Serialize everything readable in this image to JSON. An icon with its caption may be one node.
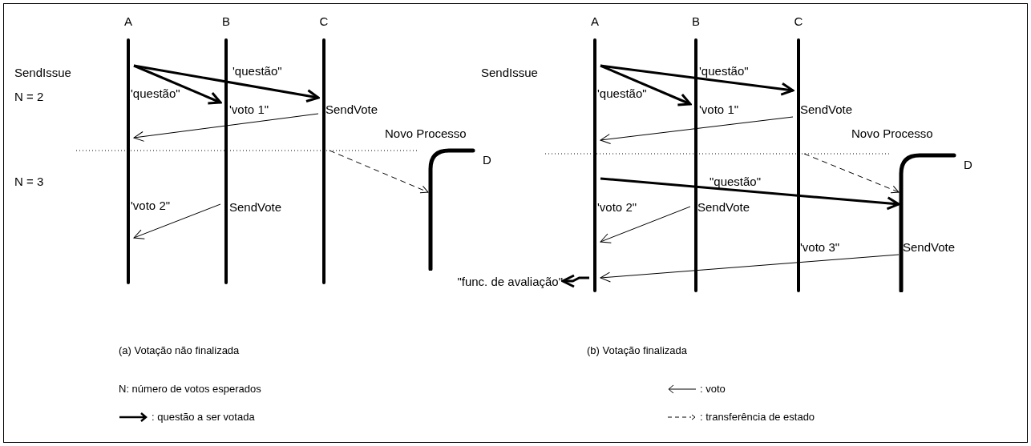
{
  "diagram": {
    "nodes": [
      {
        "text": [
          "A"
        ]
      },
      {
        "text": [
          "B"
        ]
      },
      {
        "text": [
          "C"
        ]
      },
      {
        "text": [
          "D"
        ],
        "beside": [
          "Novo Processo"
        ]
      },
      {
        "text": [
          "A"
        ]
      },
      {
        "text": [
          "B"
        ]
      },
      {
        "text": [
          "C"
        ]
      },
      {
        "text": [
          "D"
        ],
        "beside": [
          "Novo Processo"
        ]
      },
      {
        "text": [
          "\"func. de avaliação\""
        ]
      }
    ],
    "edges": [
      {
        "from": 0,
        "to": 2,
        "arrow": "to",
        "label": "'questão\"",
        "style": "thick"
      },
      {
        "from": 0,
        "to": 1,
        "arrow": "to",
        "label": "'questão\"",
        "style": "thick"
      },
      {
        "from": 2,
        "to": 0,
        "arrow": "to",
        "label": "'voto 1\""
      },
      {
        "from": 2,
        "to": 3,
        "arrow": "to",
        "style": "dashed"
      },
      {
        "from": 1,
        "to": 0,
        "arrow": "to",
        "label": "'voto 2\""
      },
      {
        "from": 4,
        "to": 6,
        "arrow": "to",
        "label": "'questão\"",
        "style": "thick"
      },
      {
        "from": 4,
        "to": 5,
        "arrow": "to",
        "label": "'questão\"",
        "style": "thick"
      },
      {
        "from": 6,
        "to": 4,
        "arrow": "to",
        "label": "'voto 1\""
      },
      {
        "from": 6,
        "to": 7,
        "arrow": "to",
        "style": "dashed"
      },
      {
        "from": 4,
        "to": 7,
        "arrow": "to",
        "label": "\"questão\"",
        "style": "thick"
      },
      {
        "from": 5,
        "to": 4,
        "arrow": "to",
        "label": "'voto 2\""
      },
      {
        "from": 7,
        "to": 4,
        "arrow": "to",
        "label": "'voto 3\""
      },
      {
        "from": 4,
        "to": 8,
        "arrow": "to",
        "style": "thick"
      }
    ],
    "labels": [
      "SendIssue",
      "N = 2",
      "SendVote",
      "N = 3",
      "SendVote",
      "SendIssue",
      "SendVote",
      "SendVote",
      "SendVote",
      "(a) Votação não finalizada",
      "(b) Votação finalizada",
      "N:  número de votos esperados"
    ],
    "legend": [
      {
        "text": ": voto"
      },
      {
        "text": ": questão a ser votada"
      },
      {
        "text": ": transferência de estado"
      }
    ]
  }
}
